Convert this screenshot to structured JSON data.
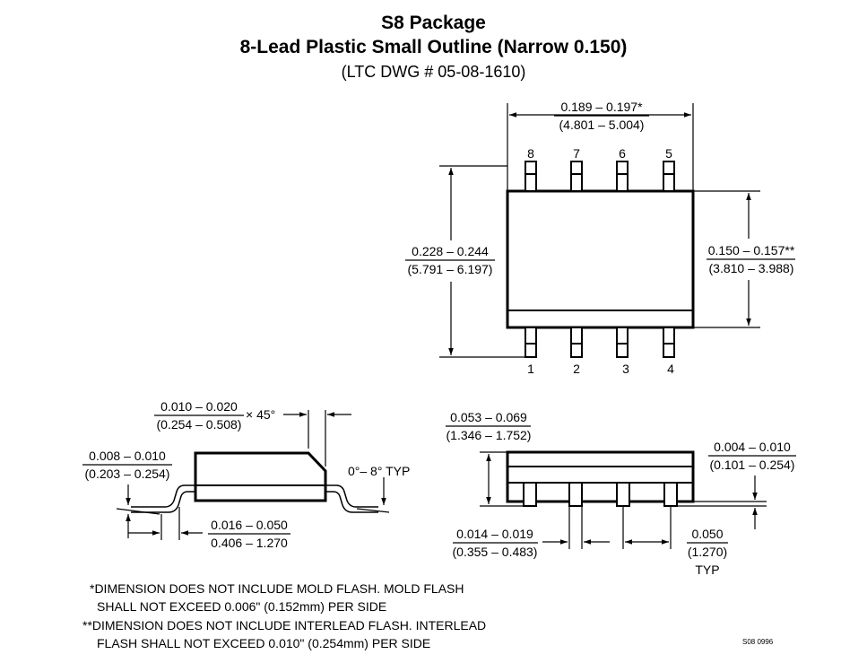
{
  "title": {
    "line1": "S8 Package",
    "line2": "8-Lead Plastic Small Outline (Narrow 0.150)",
    "line3": "(LTC DWG # 05-08-1610)"
  },
  "top_view": {
    "length_in": "0.189 – 0.197*",
    "length_mm": "(4.801 – 5.004)",
    "overall_width_in": "0.228 – 0.244",
    "overall_width_mm": "(5.791 – 6.197)",
    "body_width_in": "0.150 – 0.157**",
    "body_width_mm": "(3.810 – 3.988)",
    "pins_top": [
      "8",
      "7",
      "6",
      "5"
    ],
    "pins_bottom": [
      "1",
      "2",
      "3",
      "4"
    ]
  },
  "side_view": {
    "chamfer_in": "0.010 – 0.020",
    "chamfer_mm": "(0.254 – 0.508)",
    "chamfer_angle": "× 45°",
    "lead_thickness_in": "0.008 – 0.010",
    "lead_thickness_mm": "(0.203 – 0.254)",
    "lead_angle": "0°– 8° TYP",
    "foot_length_in": "0.016 – 0.050",
    "foot_length_mm": "0.406 – 1.270"
  },
  "end_view": {
    "height_in": "0.053 – 0.069",
    "height_mm": "(1.346 – 1.752)",
    "standoff_in": "0.004 – 0.010",
    "standoff_mm": "(0.101 – 0.254)",
    "lead_width_in": "0.014 – 0.019",
    "lead_width_mm": "(0.355 – 0.483)",
    "pitch_in": "0.050",
    "pitch_mm": "(1.270)",
    "pitch_typ": "TYP"
  },
  "notes": {
    "note1_line1": "*DIMENSION DOES NOT INCLUDE MOLD FLASH. MOLD FLASH",
    "note1_line2": "SHALL NOT EXCEED 0.006\" (0.152mm) PER SIDE",
    "note2_line1": "**DIMENSION DOES NOT INCLUDE INTERLEAD FLASH. INTERLEAD",
    "note2_line2": "FLASH SHALL NOT EXCEED 0.010\" (0.254mm) PER SIDE"
  },
  "drawing_code": "S08 0996"
}
